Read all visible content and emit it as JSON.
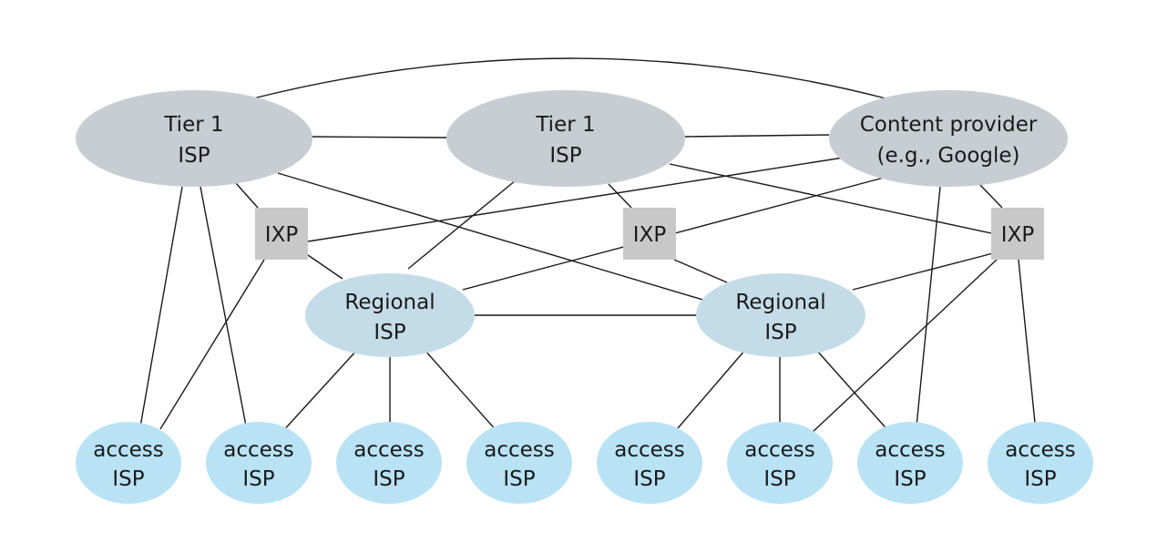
{
  "diagram": {
    "tier1_left": {
      "line1": "Tier 1",
      "line2": "ISP"
    },
    "tier1_mid": {
      "line1": "Tier 1",
      "line2": "ISP"
    },
    "content_provider": {
      "line1": "Content provider",
      "line2": "(e.g., Google)"
    },
    "ixp_left": {
      "label": "IXP"
    },
    "ixp_mid": {
      "label": "IXP"
    },
    "ixp_right": {
      "label": "IXP"
    },
    "regional_left": {
      "line1": "Regional",
      "line2": "ISP"
    },
    "regional_right": {
      "line1": "Regional",
      "line2": "ISP"
    },
    "access": [
      {
        "line1": "access",
        "line2": "ISP"
      },
      {
        "line1": "access",
        "line2": "ISP"
      },
      {
        "line1": "access",
        "line2": "ISP"
      },
      {
        "line1": "access",
        "line2": "ISP"
      },
      {
        "line1": "access",
        "line2": "ISP"
      },
      {
        "line1": "access",
        "line2": "ISP"
      },
      {
        "line1": "access",
        "line2": "ISP"
      },
      {
        "line1": "access",
        "line2": "ISP"
      }
    ]
  }
}
